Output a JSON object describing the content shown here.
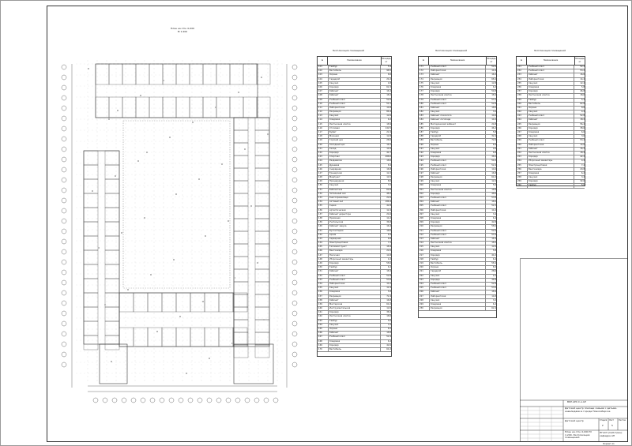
{
  "plan": {
    "title_line1": "План на отм. 0,000",
    "title_line2": "М 1:200"
  },
  "explication": {
    "title": "Экспликация помещений",
    "col_num": "№",
    "col_name": "Наименование",
    "col_area": "Площадь, м²",
    "table1": [
      {
        "n": "101",
        "name": "Тамбур",
        "a": "5,4"
      },
      {
        "n": "102",
        "name": "Вестибюль",
        "a": "98,5"
      },
      {
        "n": "103",
        "name": "Охрана",
        "a": "8,6"
      },
      {
        "n": "104",
        "name": "Гардероб",
        "a": "24,2"
      },
      {
        "n": "105",
        "name": "Санузел",
        "a": "4,8"
      },
      {
        "n": "106",
        "name": "Коридор",
        "a": "62,3"
      },
      {
        "n": "107",
        "name": "Кабинет",
        "a": "16,4"
      },
      {
        "n": "108",
        "name": "Кабинет",
        "a": "18,2"
      },
      {
        "n": "109",
        "name": "Учебный класс",
        "a": "52,6"
      },
      {
        "n": "110",
        "name": "Учебный класс",
        "a": "54,1"
      },
      {
        "n": "111",
        "name": "Лаборантская",
        "a": "14,8"
      },
      {
        "n": "112",
        "name": "Рекреация",
        "a": "86,4"
      },
      {
        "n": "113",
        "name": "Санузел",
        "a": "12,6"
      },
      {
        "n": "114",
        "name": "Кладовая",
        "a": "6,2"
      },
      {
        "n": "115",
        "name": "Лестничная клетка",
        "a": "18,9"
      },
      {
        "n": "116",
        "name": "Столовая",
        "a": "142,5"
      },
      {
        "n": "117",
        "name": "Буфет",
        "a": "22,4"
      },
      {
        "n": "118",
        "name": "Моечная",
        "a": "12,8"
      },
      {
        "n": "119",
        "name": "Горячий цех",
        "a": "28,6"
      },
      {
        "n": "120",
        "name": "Холодный цех",
        "a": "16,2"
      },
      {
        "n": "121",
        "name": "Склад",
        "a": "10,4"
      },
      {
        "n": "122",
        "name": "Коридор",
        "a": "44,7"
      },
      {
        "n": "123",
        "name": "Спортзал",
        "a": "288,0"
      },
      {
        "n": "124",
        "name": "Раздевалка",
        "a": "18,6"
      },
      {
        "n": "125",
        "name": "Душевая",
        "a": "8,4"
      },
      {
        "n": "126",
        "name": "Снарядная",
        "a": "16,8"
      },
      {
        "n": "127",
        "name": "Тренерская",
        "a": "12,2"
      },
      {
        "n": "128",
        "name": "Медпункт",
        "a": "14,5"
      },
      {
        "n": "129",
        "name": "Процедурная",
        "a": "8,6"
      },
      {
        "n": "130",
        "name": "Санузел",
        "a": "3,2"
      },
      {
        "n": "131",
        "name": "Библиотека",
        "a": "64,8"
      },
      {
        "n": "132",
        "name": "Читальный зал",
        "a": "48,2"
      },
      {
        "n": "133",
        "name": "Книгохранилище",
        "a": "22,6"
      },
      {
        "n": "134",
        "name": "Актовый зал",
        "a": "186,4"
      },
      {
        "n": "135",
        "name": "Сцена",
        "a": "42,8"
      },
      {
        "n": "136",
        "name": "Артистическая",
        "a": "12,4"
      },
      {
        "n": "137",
        "name": "Кабинет директора",
        "a": "24,6"
      },
      {
        "n": "138",
        "name": "Приёмная",
        "a": "14,2"
      },
      {
        "n": "139",
        "name": "Учительская",
        "a": "36,8"
      },
      {
        "n": "140",
        "name": "Кабинет завуча",
        "a": "16,4"
      },
      {
        "n": "141",
        "name": "Бухгалтерия",
        "a": "18,6"
      },
      {
        "n": "142",
        "name": "Архив",
        "a": "8,4"
      },
      {
        "n": "143",
        "name": "Серверная",
        "a": "6,8"
      },
      {
        "n": "144",
        "name": "Электрощитовая",
        "a": "7,2"
      },
      {
        "n": "145",
        "name": "Тепловой пункт",
        "a": "18,4"
      },
      {
        "n": "146",
        "name": "Венткамера",
        "a": "22,6"
      },
      {
        "n": "147",
        "name": "Насосная",
        "a": "14,8"
      },
      {
        "n": "148",
        "name": "Уборочный инвентарь",
        "a": "4,2"
      },
      {
        "n": "149",
        "name": "Коридор",
        "a": "58,6"
      },
      {
        "n": "150",
        "name": "Тамбур",
        "a": "6,2"
      },
      {
        "n": "151",
        "name": "Кабинет",
        "a": "18,4"
      },
      {
        "n": "152",
        "name": "Учебный класс",
        "a": "52,8"
      },
      {
        "n": "153",
        "name": "Учебный класс",
        "a": "53,6"
      },
      {
        "n": "154",
        "name": "Лаборантская",
        "a": "14,2"
      },
      {
        "n": "155",
        "name": "Санузел",
        "a": "12,4"
      },
      {
        "n": "156",
        "name": "Кладовая",
        "a": "5,8"
      },
      {
        "n": "157",
        "name": "Рекреация",
        "a": "72,4"
      },
      {
        "n": "158",
        "name": "Кабинет",
        "a": "16,8"
      },
      {
        "n": "159",
        "name": "Мастерская",
        "a": "64,2"
      },
      {
        "n": "160",
        "name": "Инструментальная",
        "a": "12,6"
      },
      {
        "n": "161",
        "name": "Коридор",
        "a": "38,4"
      },
      {
        "n": "162",
        "name": "Лестничная клетка",
        "a": "18,6"
      },
      {
        "n": "163",
        "name": "Тамбур",
        "a": "5,6"
      },
      {
        "n": "164",
        "name": "Санузел",
        "a": "3,4"
      },
      {
        "n": "165",
        "name": "Охрана",
        "a": "8,2"
      },
      {
        "n": "166",
        "name": "Кабинет",
        "a": "18,8"
      },
      {
        "n": "167",
        "name": "Учебный класс",
        "a": "52,4"
      },
      {
        "n": "168",
        "name": "Кладовая",
        "a": "6,4"
      },
      {
        "n": "169",
        "name": "Коридор",
        "a": "42,6"
      },
      {
        "n": "170",
        "name": "Вестибюль",
        "a": "64,2"
      }
    ],
    "table2": [
      {
        "n": "171",
        "name": "Учебный класс",
        "a": "52,6"
      },
      {
        "n": "172",
        "name": "Лаборантская",
        "a": "14,4"
      },
      {
        "n": "173",
        "name": "Кабинет",
        "a": "16,2"
      },
      {
        "n": "174",
        "name": "Рекреация",
        "a": "68,4"
      },
      {
        "n": "175",
        "name": "Санузел",
        "a": "12,8"
      },
      {
        "n": "176",
        "name": "Кладовая",
        "a": "6,2"
      },
      {
        "n": "177",
        "name": "Коридор",
        "a": "54,8"
      },
      {
        "n": "178",
        "name": "Лестничная клетка",
        "a": "18,4"
      },
      {
        "n": "179",
        "name": "Учебный класс",
        "a": "53,2"
      },
      {
        "n": "180",
        "name": "Учебный класс",
        "a": "52,8"
      },
      {
        "n": "181",
        "name": "Кабинет",
        "a": "18,6"
      },
      {
        "n": "182",
        "name": "Санузел",
        "a": "3,2"
      },
      {
        "n": "183",
        "name": "Кабинет психолога",
        "a": "14,6"
      },
      {
        "n": "184",
        "name": "Кабинет логопеда",
        "a": "14,2"
      },
      {
        "n": "185",
        "name": "Методический кабинет",
        "a": "24,8"
      },
      {
        "n": "186",
        "name": "Коридор",
        "a": "46,2"
      },
      {
        "n": "187",
        "name": "Тамбур",
        "a": "5,8"
      },
      {
        "n": "188",
        "name": "Гардероб",
        "a": "32,4"
      },
      {
        "n": "189",
        "name": "Вестибюль",
        "a": "72,6"
      },
      {
        "n": "190",
        "name": "Охрана",
        "a": "8,4"
      },
      {
        "n": "191",
        "name": "Санузел",
        "a": "4,6"
      },
      {
        "n": "192",
        "name": "Кладовая",
        "a": "6,8"
      },
      {
        "n": "193",
        "name": "Коридор",
        "a": "38,2"
      },
      {
        "n": "194",
        "name": "Учебный класс",
        "a": "54,2"
      },
      {
        "n": "195",
        "name": "Учебный класс",
        "a": "52,4"
      },
      {
        "n": "196",
        "name": "Лаборантская",
        "a": "14,6"
      },
      {
        "n": "197",
        "name": "Кабинет",
        "a": "16,8"
      },
      {
        "n": "198",
        "name": "Рекреация",
        "a": "64,2"
      },
      {
        "n": "199",
        "name": "Санузел",
        "a": "12,2"
      },
      {
        "n": "200",
        "name": "Кладовая",
        "a": "5,6"
      },
      {
        "n": "201",
        "name": "Лестничная клетка",
        "a": "18,8"
      },
      {
        "n": "202",
        "name": "Коридор",
        "a": "48,6"
      },
      {
        "n": "203",
        "name": "Учебный класс",
        "a": "53,8"
      },
      {
        "n": "204",
        "name": "Кабинет",
        "a": "18,2"
      },
      {
        "n": "205",
        "name": "Учебный класс",
        "a": "52,2"
      },
      {
        "n": "206",
        "name": "Лаборантская",
        "a": "14,2"
      },
      {
        "n": "207",
        "name": "Санузел",
        "a": "3,4"
      },
      {
        "n": "208",
        "name": "Кладовая",
        "a": "6,4"
      },
      {
        "n": "209",
        "name": "Коридор",
        "a": "42,8"
      },
      {
        "n": "210",
        "name": "Рекреация",
        "a": "58,6"
      },
      {
        "n": "211",
        "name": "Учебный класс",
        "a": "52,6"
      },
      {
        "n": "212",
        "name": "Учебный класс",
        "a": "53,4"
      },
      {
        "n": "213",
        "name": "Кабинет",
        "a": "16,4"
      },
      {
        "n": "214",
        "name": "Лестничная клетка",
        "a": "18,2"
      },
      {
        "n": "215",
        "name": "Санузел",
        "a": "12,6"
      },
      {
        "n": "216",
        "name": "Кладовая",
        "a": "5,8"
      },
      {
        "n": "217",
        "name": "Коридор",
        "a": "44,2"
      },
      {
        "n": "218",
        "name": "Тамбур",
        "a": "6,4"
      },
      {
        "n": "219",
        "name": "Вестибюль",
        "a": "58,4"
      },
      {
        "n": "220",
        "name": "Охрана",
        "a": "8,2"
      },
      {
        "n": "221",
        "name": "Гардероб",
        "a": "28,6"
      },
      {
        "n": "222",
        "name": "Санузел",
        "a": "4,2"
      },
      {
        "n": "223",
        "name": "Коридор",
        "a": "36,8"
      },
      {
        "n": "224",
        "name": "Учебный класс",
        "a": "52,8"
      },
      {
        "n": "225",
        "name": "Учебный класс",
        "a": "53,6"
      },
      {
        "n": "226",
        "name": "Кабинет",
        "a": "18,4"
      },
      {
        "n": "227",
        "name": "Лаборантская",
        "a": "14,8"
      },
      {
        "n": "228",
        "name": "Санузел",
        "a": "3,2"
      },
      {
        "n": "229",
        "name": "Кладовая",
        "a": "6,2"
      },
      {
        "n": "230",
        "name": "Рекреация",
        "a": "62,4"
      }
    ],
    "table3": [
      {
        "n": "231",
        "name": "Учебный класс",
        "a": "52,4"
      },
      {
        "n": "232",
        "name": "Учебный класс",
        "a": "53,2"
      },
      {
        "n": "233",
        "name": "Кабинет",
        "a": "16,6"
      },
      {
        "n": "234",
        "name": "Лаборантская",
        "a": "14,4"
      },
      {
        "n": "235",
        "name": "Санузел",
        "a": "12,4"
      },
      {
        "n": "236",
        "name": "Кладовая",
        "a": "5,8"
      },
      {
        "n": "237",
        "name": "Коридор",
        "a": "46,8"
      },
      {
        "n": "238",
        "name": "Лестничная клетка",
        "a": "18,6"
      },
      {
        "n": "239",
        "name": "Тамбур",
        "a": "5,4"
      },
      {
        "n": "240",
        "name": "Вестибюль",
        "a": "62,8"
      },
      {
        "n": "241",
        "name": "Охрана",
        "a": "8,6"
      },
      {
        "n": "242",
        "name": "Санузел",
        "a": "4,4"
      },
      {
        "n": "243",
        "name": "Учебный класс",
        "a": "52,8"
      },
      {
        "n": "244",
        "name": "Кабинет",
        "a": "18,2"
      },
      {
        "n": "245",
        "name": "Рекреация",
        "a": "56,4"
      },
      {
        "n": "246",
        "name": "Коридор",
        "a": "38,6"
      },
      {
        "n": "247",
        "name": "Кладовая",
        "a": "6,6"
      },
      {
        "n": "248",
        "name": "Санузел",
        "a": "3,6"
      },
      {
        "n": "249",
        "name": "Учебный класс",
        "a": "53,4"
      },
      {
        "n": "250",
        "name": "Лаборантская",
        "a": "14,6"
      },
      {
        "n": "251",
        "name": "Кабинет",
        "a": "16,2"
      },
      {
        "n": "252",
        "name": "Лестничная клетка",
        "a": "18,4"
      },
      {
        "n": "253",
        "name": "Коридор",
        "a": "42,2"
      },
      {
        "n": "254",
        "name": "Уборочный инвентарь",
        "a": "4,4"
      },
      {
        "n": "255",
        "name": "Электрощитовая",
        "a": "7,4"
      },
      {
        "n": "256",
        "name": "Венткамера",
        "a": "20,8"
      },
      {
        "n": "257",
        "name": "Кладовая",
        "a": "6,2"
      },
      {
        "n": "258",
        "name": "Санузел",
        "a": "3,4"
      },
      {
        "n": "259",
        "name": "Коридор",
        "a": "32,6"
      },
      {
        "n": "260",
        "name": "Тамбур",
        "a": "5,6"
      }
    ]
  },
  "stamp": {
    "code": "ВКР.АРХ.С.и.АР",
    "project_title": "Детский центр помощи семьям с детьми-инвалидами в городе Новосибирске",
    "sheet_title": "Детский центр",
    "stage_label": "Стадия",
    "sheet_label": "Лист",
    "sheets_label": "Листов",
    "stage": "У",
    "sheet_no": "5",
    "sheets": "",
    "plan_caption": "План на отм. 0,000 М 1:200. Экспликация помещений",
    "org": "НГАСУ (Сибстрин) кафедра АП",
    "format": "Формат А1"
  }
}
